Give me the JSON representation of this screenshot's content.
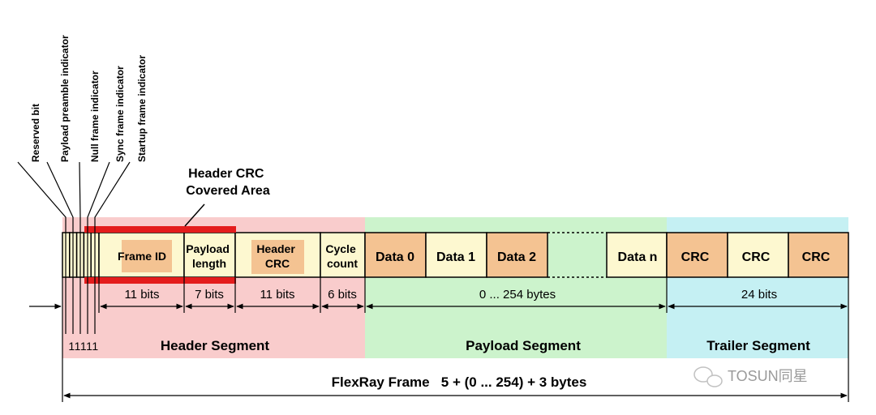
{
  "indicators": [
    "Reserved bit",
    "Payload preamble indicator",
    "Null frame indicator",
    "Sync frame indicator",
    "Startup frame indicator"
  ],
  "header_crc_area": [
    "Header CRC",
    "Covered Area"
  ],
  "fields": {
    "frame_id": "Frame ID",
    "payload_length": [
      "Payload",
      "length"
    ],
    "header_crc": [
      "Header",
      "CRC"
    ],
    "cycle_count": [
      "Cycle",
      "count"
    ],
    "data0": "Data 0",
    "data1": "Data 1",
    "data2": "Data 2",
    "datan": "Data n",
    "crc": "CRC"
  },
  "sizes": {
    "frame_id": "11 bits",
    "payload_length": "7 bits",
    "header_crc": "11 bits",
    "cycle_count": "6 bits",
    "payload": "0 ... 254 bytes",
    "trailer": "24 bits"
  },
  "indicator_bits": "11111",
  "segments": {
    "header": "Header Segment",
    "payload": "Payload Segment",
    "trailer": "Trailer Segment"
  },
  "frame_label": "FlexRay Frame   5 + (0 ... 254) + 3 bytes",
  "watermark": "TOSUN同星",
  "colors": {
    "header_bg": "#f9cccc",
    "payload_bg": "#ccf3cc",
    "trailer_bg": "#c5f0f3",
    "cell_light": "#fdf8d0",
    "cell_orange": "#f4c392",
    "crc_red": "#e41c1c"
  }
}
